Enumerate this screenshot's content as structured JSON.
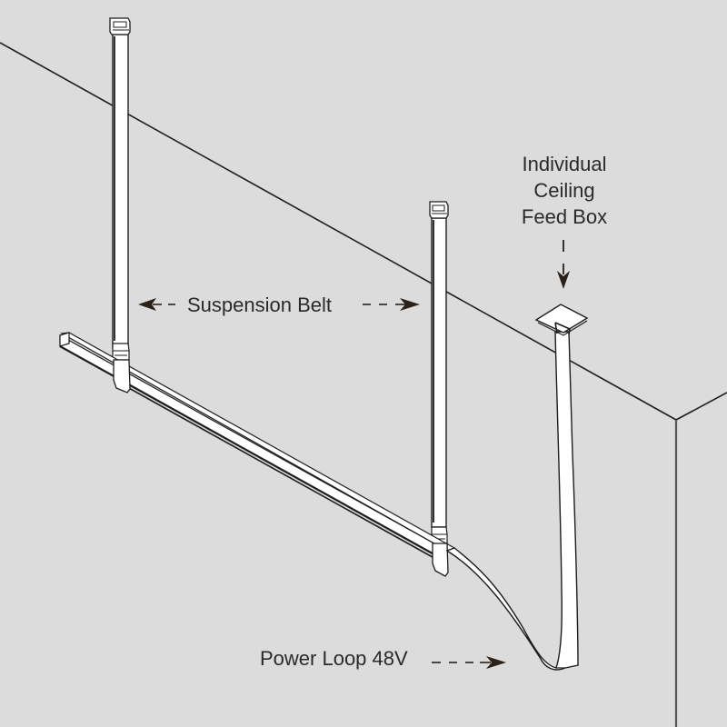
{
  "diagram": {
    "background_color": "#dcdcdc",
    "line_color": "#1e1e1e",
    "fixture_fill": "#ffffff",
    "arrow_color": "#2b2118",
    "labels": {
      "feed_box": [
        "Individual",
        "Ceiling",
        "Feed Box"
      ],
      "suspension_belt": "Suspension Belt",
      "power_loop": "Power Loop 48V"
    },
    "components": [
      {
        "id": "suspension-belt-left",
        "type": "belt"
      },
      {
        "id": "suspension-belt-right",
        "type": "belt"
      },
      {
        "id": "linear-light-fixture",
        "type": "fixture"
      },
      {
        "id": "ceiling-feed-box",
        "type": "box"
      },
      {
        "id": "power-loop-cable",
        "type": "cable"
      }
    ],
    "icons": {
      "left_arrow": "arrow-left-icon",
      "right_arrow": "arrow-right-icon",
      "down_arrow": "arrow-down-icon"
    }
  }
}
